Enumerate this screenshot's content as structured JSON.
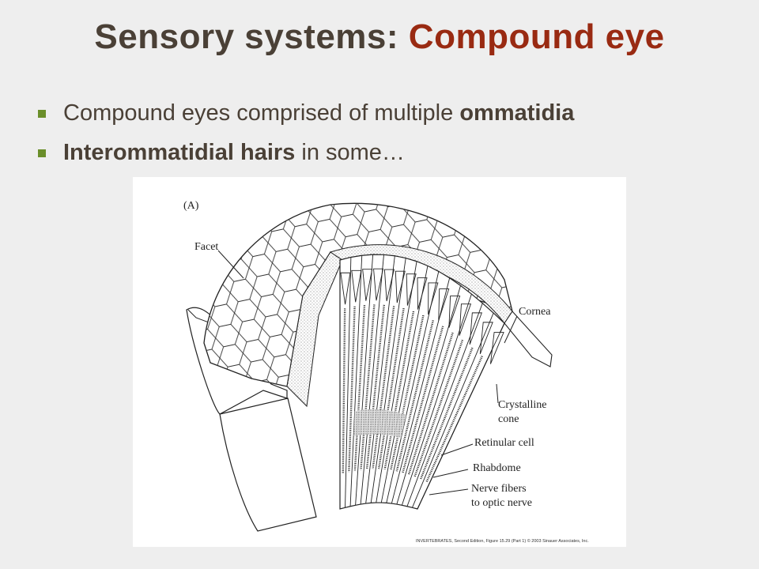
{
  "slide": {
    "title_part1": "Sensory systems:",
    "title_part2": "Compound eye",
    "accent_color": "#992a12",
    "bullet_color": "#6a8e2a",
    "bullets": [
      {
        "pre": "Compound eyes comprised of multiple ",
        "bold": "ommatidia",
        "post": ""
      },
      {
        "pre": "",
        "bold": "Interommatidial hairs",
        "post": " in some…"
      }
    ]
  },
  "figure": {
    "panel_label": "(A)",
    "labels": {
      "facet": "Facet",
      "cornea": "Cornea",
      "crystalline_line1": "Crystalline",
      "crystalline_line2": "cone",
      "retinular": "Retinular cell",
      "rhabdome": "Rhabdome",
      "nerve_line1": "Nerve fibers",
      "nerve_line2": "to optic nerve"
    },
    "credit": "INVERTEBRATES, Second Edition, Figure 15.29 (Part 1)  © 2003 Sinauer Associates, Inc."
  }
}
